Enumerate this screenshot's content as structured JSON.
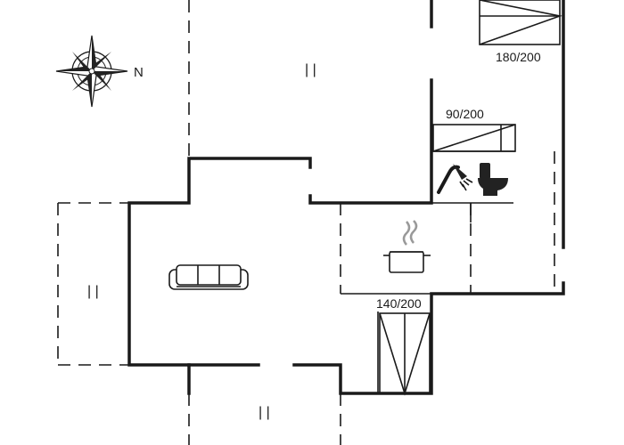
{
  "compass": {
    "north_label": "N",
    "icon": "compass-rose-icon"
  },
  "rooms": {
    "bed_top_right": {
      "label": "180/200",
      "icon": "bed-icon"
    },
    "bed_middle": {
      "label": "90/200",
      "icon": "bed-icon"
    },
    "bed_bottom": {
      "label": "140/200",
      "icon": "bed-icon"
    }
  },
  "bathroom": {
    "icons": [
      "shower-icon",
      "toilet-icon"
    ]
  },
  "kitchen": {
    "icon": "cooking-pot-icon"
  },
  "living_room": {
    "icon": "sofa-icon"
  },
  "terrace_marks": [
    "| |",
    "| |",
    "| |"
  ],
  "colors": {
    "line": "#1a1a1a",
    "background": "#ffffff",
    "icon_dark": "#222222"
  }
}
